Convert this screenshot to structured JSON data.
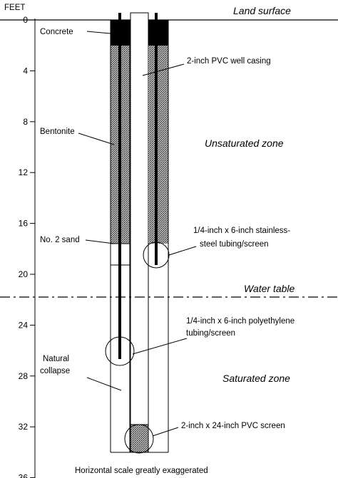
{
  "axis": {
    "unit": "FEET",
    "ticks": [
      0,
      4,
      8,
      12,
      16,
      20,
      24,
      28,
      32,
      36
    ],
    "tick_labels": [
      "0",
      "4",
      "8",
      "12",
      "16",
      "20",
      "24",
      "28",
      "32",
      "36"
    ]
  },
  "zones": {
    "land_surface": "Land surface",
    "unsaturated": "Unsaturated zone",
    "water_table": "Water table",
    "saturated": "Saturated zone"
  },
  "labels": {
    "concrete": "Concrete",
    "bentonite": "Bentonite",
    "sand": "No. 2 sand",
    "natural_collapse_1": "Natural",
    "natural_collapse_2": "collapse",
    "pvc_casing": "2-inch PVC well casing",
    "stainless_1": "1/4-inch x 6-inch stainless-",
    "stainless_2": "steel tubing/screen",
    "polyethylene_1": "1/4-inch x 6-inch polyethylene",
    "polyethylene_2": "tubing/screen",
    "pvc_screen": "2-inch x 24-inch PVC screen"
  },
  "caption": "Horizontal scale greatly exaggerated",
  "depths_ft": {
    "concrete_bottom": 1,
    "bentonite_bottom": 17.5,
    "sand_bottom_left": 19.3,
    "water_table": 21.8,
    "poly_screen_center": 26.1,
    "stainless_screen_center": 18.2,
    "pvc_screen_center": 33.0,
    "well_bottom": 34.2
  },
  "colors": {
    "ink": "#000000",
    "bentonite_fill": "#8f8f8f",
    "background": "#ffffff"
  }
}
